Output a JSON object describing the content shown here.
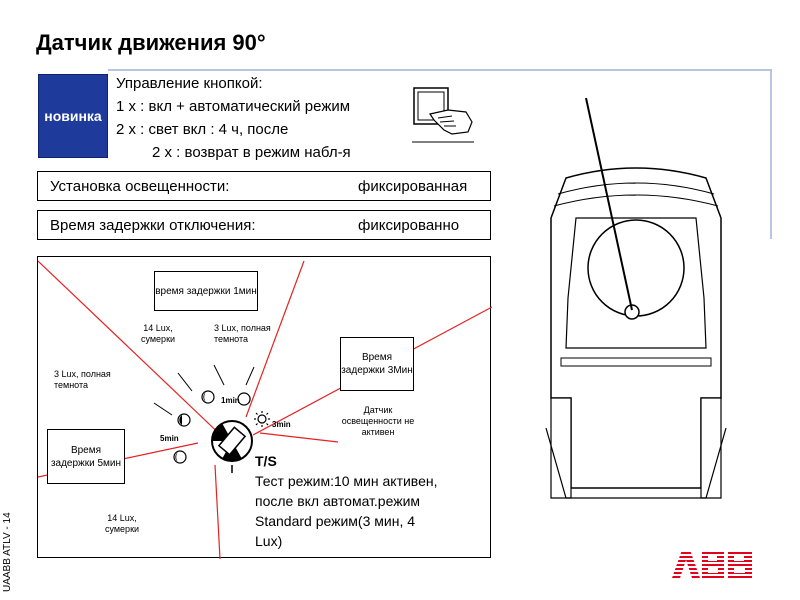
{
  "title": "Датчик движения 90°",
  "badge": "новинка",
  "button_control": {
    "heading": "Управление кнопкой:",
    "line1": "1 х : вкл + автоматический режим",
    "line2": "2 х : свет вкл : 4 ч, после",
    "line3": "2 х : возврат в режим набл-я"
  },
  "illumination": {
    "label": "Установка освещенности:",
    "value": "фиксированная"
  },
  "delay": {
    "label": "Время задержки отключения:",
    "value": "фиксированно"
  },
  "diagram": {
    "box_1min": "время задержки 1мин",
    "box_3min": "Время задержки 3Мин",
    "box_5min": "Время задержки 5мин",
    "lux14_dusk_top": "14 Lux, сумерки",
    "lux3_dark_top": "3 Lux, полная темнота",
    "lux3_dark_left": "3 Lux, полная темнота",
    "lux14_dusk_bottom": "14 Lux, сумерки",
    "sensor_inactive": "Датчик освещенности не активен",
    "dial_1min": "1min",
    "dial_3min": "3min",
    "dial_5min": "5min",
    "ts_label": "T/S",
    "ts_line1": "Тест режим:10 мин активен,",
    "ts_line2": "после вкл автомат.режим",
    "ts_line3": "Standard режим(3 мин, 4",
    "ts_line4": "Lux)"
  },
  "side_code": "UAABB ATLV - 14",
  "logo": "ABB",
  "colors": {
    "badge_blue": "#1e3a9b",
    "ray_red": "#e52222",
    "abb_red": "#e2001a",
    "rule_blue": "#b8c4e0"
  }
}
